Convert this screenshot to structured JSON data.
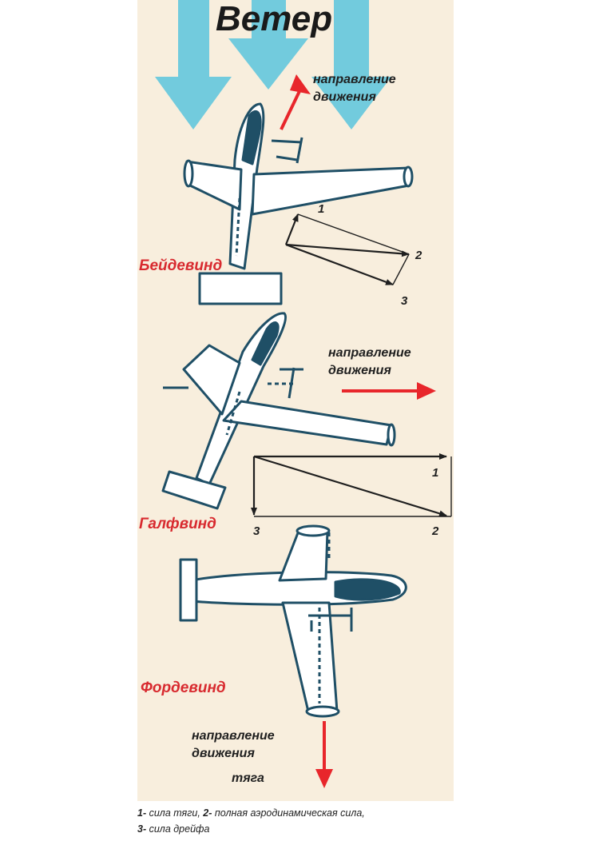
{
  "title": "Ветер",
  "beidewind": {
    "title": "Бейдевинд",
    "motion_line1": "направление",
    "motion_line2": "движения",
    "n1": "1",
    "n2": "2",
    "n3": "3"
  },
  "halfwind": {
    "title": "Галфвинд",
    "motion_line1": "направление",
    "motion_line2": "движения",
    "n1": "1",
    "n2": "2",
    "n3": "3"
  },
  "fordewind": {
    "title": "Фордевинд",
    "motion_line1": "направление",
    "motion_line2": "движения",
    "thrust": "тяга"
  },
  "legend": {
    "n1": "1-",
    "t1": " сила тяги",
    "n2": "2-",
    "t2": " полная аэродинамическая сила",
    "n3": "3-",
    "t3": " сила дрейфа"
  },
  "colors": {
    "background": "#f8eedd",
    "wind": "#5ec6dd",
    "accent_red": "#e8262b",
    "plane_outline": "#1f4f66",
    "text": "#1f1f1f"
  },
  "icons": [
    "wind-arrow",
    "plane-icon",
    "force-vector",
    "motion-arrow"
  ]
}
